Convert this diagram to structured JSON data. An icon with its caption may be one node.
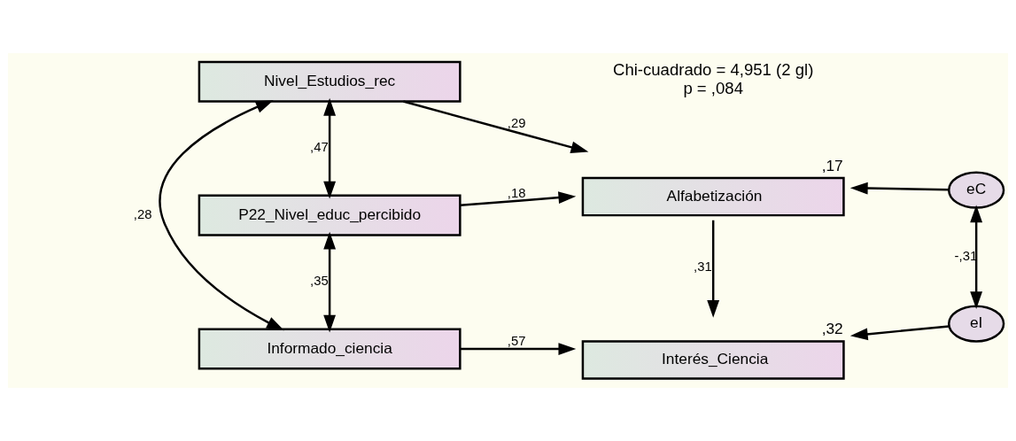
{
  "diagram": {
    "nodes": [
      {
        "text": [
          "Nivel_Estudios_rec"
        ]
      },
      {
        "text": [
          "P22_Nivel_educ_percibido"
        ]
      },
      {
        "text": [
          "Informado_ciencia"
        ]
      },
      {
        "text": [
          "Alfabetización"
        ],
        "beside": [
          ",17"
        ]
      },
      {
        "text": [
          "Interés_Ciencia"
        ],
        "beside": [
          ",32"
        ]
      },
      {
        "text": [
          "eC"
        ]
      },
      {
        "text": [
          "eI"
        ]
      }
    ],
    "edges": [
      {
        "from": 0,
        "to": 3,
        "arrow": "to",
        "label": ",29"
      },
      {
        "from": 1,
        "to": 3,
        "arrow": "to",
        "label": ",18"
      },
      {
        "from": 2,
        "to": 4,
        "arrow": "to",
        "label": ",57"
      },
      {
        "from": 3,
        "to": 4,
        "arrow": "to",
        "label": ",31"
      },
      {
        "from": 5,
        "to": 3,
        "arrow": "to"
      },
      {
        "from": 6,
        "to": 4,
        "arrow": "to"
      },
      {
        "from": 0,
        "to": 1,
        "arrow": "both",
        "label": ",47"
      },
      {
        "from": 1,
        "to": 2,
        "arrow": "both",
        "label": ",35"
      },
      {
        "from": 0,
        "to": 2,
        "arrow": "both",
        "label": ",28"
      },
      {
        "from": 5,
        "to": 6,
        "arrow": "both",
        "label": "-,31"
      }
    ],
    "labels": [
      "Chi-cuadrado = 4,951 (2 gl)",
      "p = ,084"
    ]
  }
}
